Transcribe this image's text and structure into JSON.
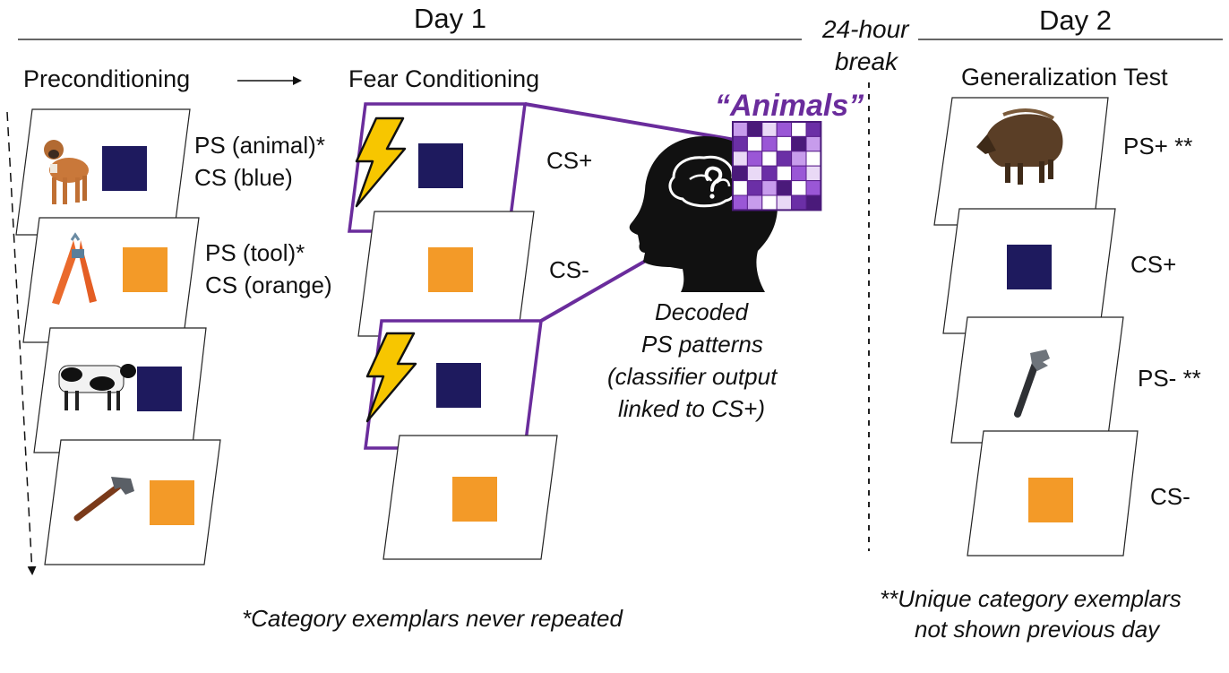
{
  "header": {
    "day1": "Day 1",
    "break_line1": "24-hour",
    "break_line2": "break",
    "day2": "Day 2"
  },
  "phases": {
    "preconditioning": "Preconditioning",
    "fear_conditioning": "Fear Conditioning",
    "generalization_test": "Generalization Test"
  },
  "preconditioning_labels": {
    "ps_animal": "PS (animal)*",
    "cs_blue": "CS (blue)",
    "ps_tool": "PS (tool)*",
    "cs_orange": "CS (orange)"
  },
  "fear_labels": {
    "cs_plus": "CS+",
    "cs_minus": "CS-"
  },
  "decoding": {
    "category": "“Animals”",
    "line1": "Decoded",
    "line2": "PS patterns",
    "line3": "(classifier output",
    "line4": "linked to CS+)"
  },
  "test_labels": {
    "ps_plus": "PS+ **",
    "cs_plus": "CS+",
    "ps_minus": "PS- **",
    "cs_minus": "CS-"
  },
  "footnotes": {
    "left": "*Category exemplars never repeated",
    "right_line1": "**Unique category exemplars",
    "right_line2": "not shown previous day"
  },
  "colors": {
    "cs_blue": "#1e1a5e",
    "cs_orange": "#f39a28",
    "purple": "#6a2c9c",
    "bolt": "#f7c600"
  }
}
